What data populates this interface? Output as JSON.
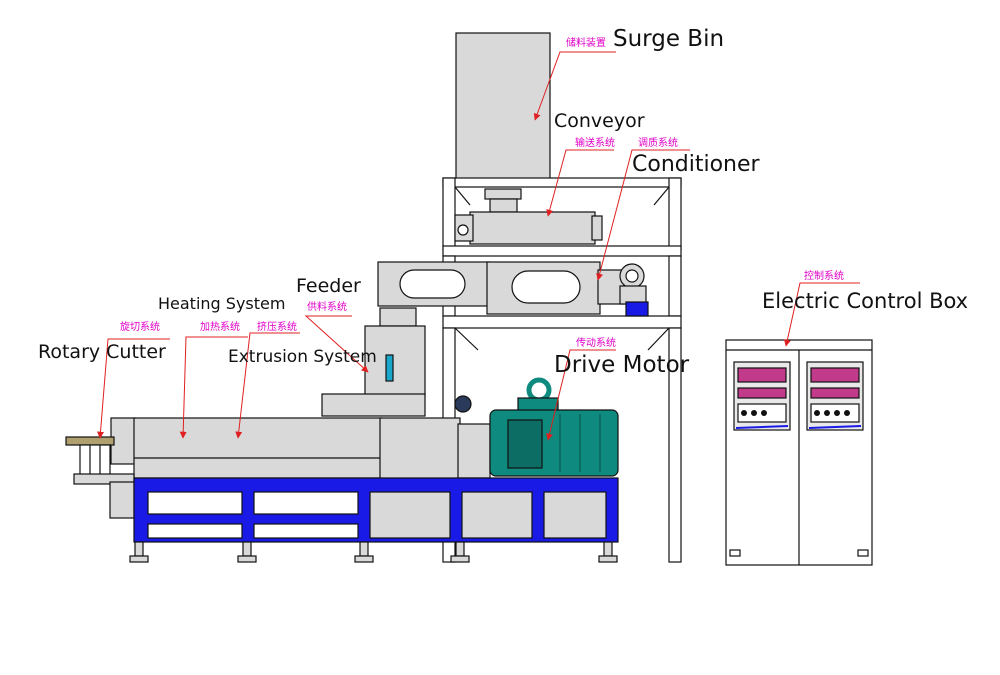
{
  "labels": {
    "surge_bin": "Surge Bin",
    "surge_bin_cn": "储料装置",
    "conveyor": "Conveyor",
    "conveyor_cn": "输送系统",
    "conditioner": "Conditioner",
    "conditioner_cn": "调质系统",
    "feeder": "Feeder",
    "feeder_cn": "供料系统",
    "heating_system": "Heating System",
    "heating_system_cn": "加热系统",
    "rotary_cutter": "Rotary Cutter",
    "rotary_cutter_cn": "旋切系统",
    "extrusion_system": "Extrusion System",
    "extrusion_system_cn": "挤压系统",
    "drive_motor": "Drive Motor",
    "drive_motor_cn": "传动系统",
    "control_box": "Electric Control Box",
    "control_box_cn": "控制系统"
  },
  "colors": {
    "machine_gray": "#d9d9d9",
    "frame_blue": "#1a1ae6",
    "motor_teal": "#0f8a7e",
    "label_magenta": "#e000c8",
    "pointer_red": "#e02020"
  }
}
